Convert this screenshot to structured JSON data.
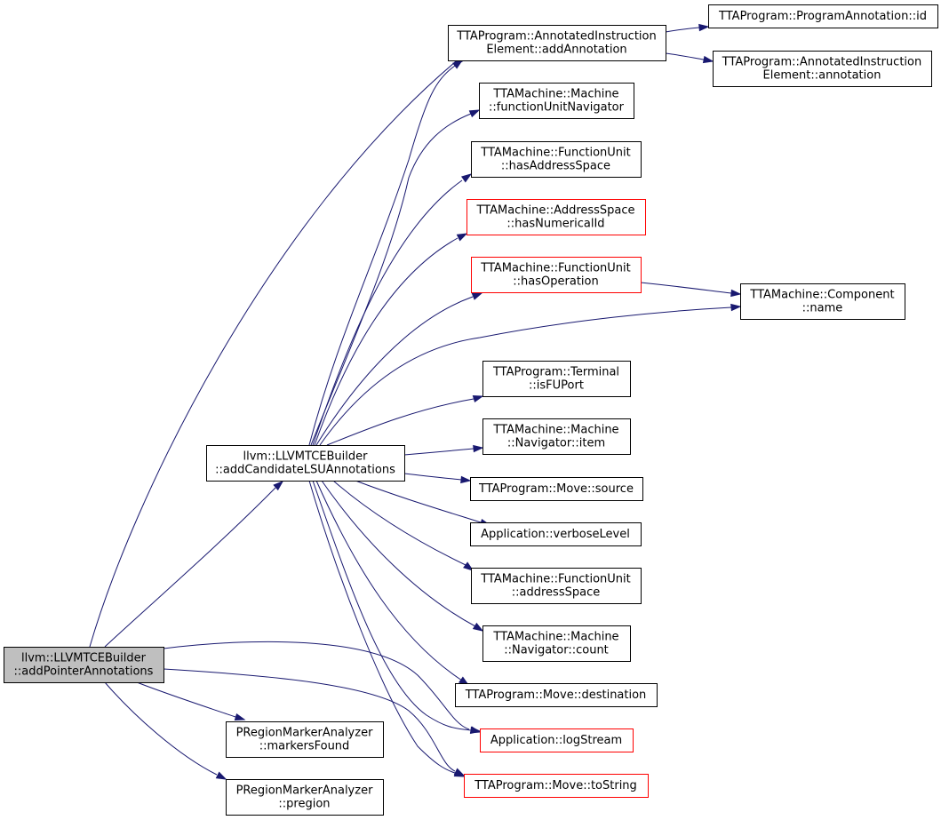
{
  "graph": {
    "nodes": [
      {
        "id": "addPointerAnnotations",
        "lines": [
          "llvm::LLVMTCEBuilder",
          "::addPointerAnnotations"
        ],
        "style": "root",
        "border": "#000000",
        "fill": "#bfbfbf"
      },
      {
        "id": "addCandidateLSUAnnotations",
        "lines": [
          "llvm::LLVMTCEBuilder",
          "::addCandidateLSUAnnotations"
        ],
        "style": "normal",
        "border": "#000000",
        "fill": "#ffffff"
      },
      {
        "id": "addAnnotation",
        "lines": [
          "TTAProgram::AnnotatedInstruction",
          "Element::addAnnotation"
        ],
        "style": "normal",
        "border": "#000000",
        "fill": "#ffffff"
      },
      {
        "id": "programAnnotationId",
        "lines": [
          "TTAProgram::ProgramAnnotation::id"
        ],
        "style": "normal",
        "border": "#000000",
        "fill": "#ffffff"
      },
      {
        "id": "annotation",
        "lines": [
          "TTAProgram::AnnotatedInstruction",
          "Element::annotation"
        ],
        "style": "normal",
        "border": "#000000",
        "fill": "#ffffff"
      },
      {
        "id": "functionUnitNavigator",
        "lines": [
          "TTAMachine::Machine",
          "::functionUnitNavigator"
        ],
        "style": "normal",
        "border": "#000000",
        "fill": "#ffffff"
      },
      {
        "id": "hasAddressSpace",
        "lines": [
          "TTAMachine::FunctionUnit",
          "::hasAddressSpace"
        ],
        "style": "normal",
        "border": "#000000",
        "fill": "#ffffff"
      },
      {
        "id": "hasNumericalId",
        "lines": [
          "TTAMachine::AddressSpace",
          "::hasNumericalId"
        ],
        "style": "truncated",
        "border": "#ff0000",
        "fill": "#ffffff"
      },
      {
        "id": "hasOperation",
        "lines": [
          "TTAMachine::FunctionUnit",
          "::hasOperation"
        ],
        "style": "truncated",
        "border": "#ff0000",
        "fill": "#ffffff"
      },
      {
        "id": "componentName",
        "lines": [
          "TTAMachine::Component",
          "::name"
        ],
        "style": "normal",
        "border": "#000000",
        "fill": "#ffffff"
      },
      {
        "id": "isFUPort",
        "lines": [
          "TTAProgram::Terminal",
          "::isFUPort"
        ],
        "style": "normal",
        "border": "#000000",
        "fill": "#ffffff"
      },
      {
        "id": "navigatorItem",
        "lines": [
          "TTAMachine::Machine",
          "::Navigator::item"
        ],
        "style": "normal",
        "border": "#000000",
        "fill": "#ffffff"
      },
      {
        "id": "moveSource",
        "lines": [
          "TTAProgram::Move::source"
        ],
        "style": "normal",
        "border": "#000000",
        "fill": "#ffffff"
      },
      {
        "id": "verboseLevel",
        "lines": [
          "Application::verboseLevel"
        ],
        "style": "normal",
        "border": "#000000",
        "fill": "#ffffff"
      },
      {
        "id": "addressSpace",
        "lines": [
          "TTAMachine::FunctionUnit",
          "::addressSpace"
        ],
        "style": "normal",
        "border": "#000000",
        "fill": "#ffffff"
      },
      {
        "id": "navigatorCount",
        "lines": [
          "TTAMachine::Machine",
          "::Navigator::count"
        ],
        "style": "normal",
        "border": "#000000",
        "fill": "#ffffff"
      },
      {
        "id": "moveDestination",
        "lines": [
          "TTAProgram::Move::destination"
        ],
        "style": "normal",
        "border": "#000000",
        "fill": "#ffffff"
      },
      {
        "id": "logStream",
        "lines": [
          "Application::logStream"
        ],
        "style": "truncated",
        "border": "#ff0000",
        "fill": "#ffffff"
      },
      {
        "id": "moveToString",
        "lines": [
          "TTAProgram::Move::toString"
        ],
        "style": "truncated",
        "border": "#ff0000",
        "fill": "#ffffff"
      },
      {
        "id": "markersFound",
        "lines": [
          "PRegionMarkerAnalyzer",
          "::markersFound"
        ],
        "style": "normal",
        "border": "#000000",
        "fill": "#ffffff"
      },
      {
        "id": "pregion",
        "lines": [
          "PRegionMarkerAnalyzer",
          "::pregion"
        ],
        "style": "normal",
        "border": "#000000",
        "fill": "#ffffff"
      }
    ],
    "edges": [
      {
        "from": "addPointerAnnotations",
        "to": "addAnnotation"
      },
      {
        "from": "addPointerAnnotations",
        "to": "addCandidateLSUAnnotations"
      },
      {
        "from": "addPointerAnnotations",
        "to": "logStream"
      },
      {
        "from": "addPointerAnnotations",
        "to": "moveToString"
      },
      {
        "from": "addPointerAnnotations",
        "to": "markersFound"
      },
      {
        "from": "addPointerAnnotations",
        "to": "pregion"
      },
      {
        "from": "addCandidateLSUAnnotations",
        "to": "addAnnotation"
      },
      {
        "from": "addCandidateLSUAnnotations",
        "to": "functionUnitNavigator"
      },
      {
        "from": "addCandidateLSUAnnotations",
        "to": "hasAddressSpace"
      },
      {
        "from": "addCandidateLSUAnnotations",
        "to": "hasNumericalId"
      },
      {
        "from": "addCandidateLSUAnnotations",
        "to": "hasOperation"
      },
      {
        "from": "addCandidateLSUAnnotations",
        "to": "componentName"
      },
      {
        "from": "addCandidateLSUAnnotations",
        "to": "isFUPort"
      },
      {
        "from": "addCandidateLSUAnnotations",
        "to": "navigatorItem"
      },
      {
        "from": "addCandidateLSUAnnotations",
        "to": "moveSource"
      },
      {
        "from": "addCandidateLSUAnnotations",
        "to": "verboseLevel"
      },
      {
        "from": "addCandidateLSUAnnotations",
        "to": "addressSpace"
      },
      {
        "from": "addCandidateLSUAnnotations",
        "to": "navigatorCount"
      },
      {
        "from": "addCandidateLSUAnnotations",
        "to": "moveDestination"
      },
      {
        "from": "addCandidateLSUAnnotations",
        "to": "logStream"
      },
      {
        "from": "addCandidateLSUAnnotations",
        "to": "moveToString"
      },
      {
        "from": "addAnnotation",
        "to": "programAnnotationId"
      },
      {
        "from": "addAnnotation",
        "to": "annotation"
      },
      {
        "from": "hasOperation",
        "to": "componentName"
      }
    ],
    "edge_color": "#191970"
  }
}
